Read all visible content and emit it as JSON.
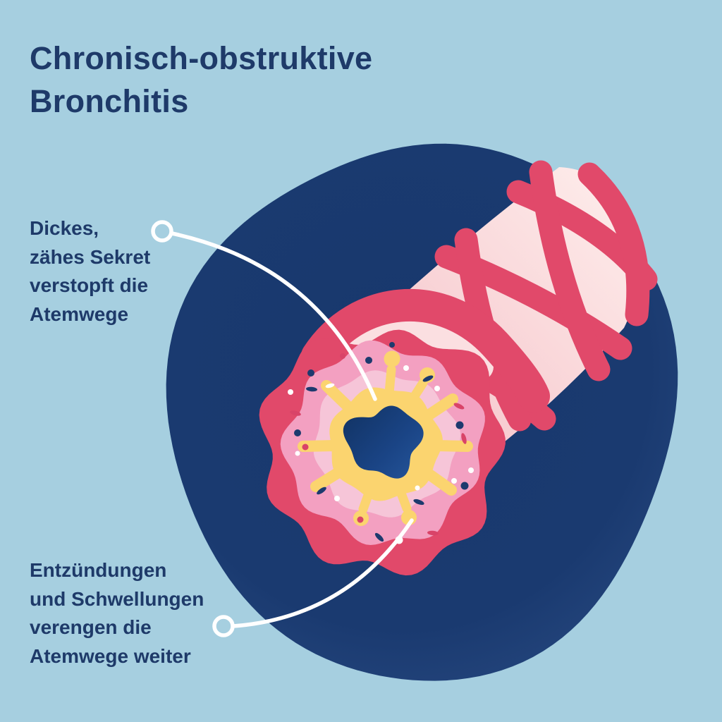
{
  "title": {
    "line1": "Chronisch-obstruktive",
    "line2": "Bronchitis"
  },
  "annotations": [
    {
      "id": "secretion",
      "lines": [
        "Dickes,",
        "zähes Sekret",
        "verstopft die",
        "Atemwege"
      ]
    },
    {
      "id": "inflammation",
      "lines": [
        "Entzündungen",
        "und Schwellungen",
        "verengen die",
        "Atemwege weiter"
      ]
    }
  ],
  "colors": {
    "background": "#a6cfe0",
    "text": "#1e3a69",
    "navy": "#1a3a70",
    "navy_edge": "#2c4e86",
    "red": "#e1496a",
    "tube_pink": "#f5c3c9",
    "tube_pink_light": "#fdeae9",
    "highlight_pink": "#fbdfe1",
    "wall_pink": "#f3a0c1",
    "inner_pink": "#f6c5d8",
    "yellow": "#fbd46f",
    "speckle_navy": "#1d3a6e",
    "speckle_red": "#d94368",
    "line_white": "#ffffff"
  }
}
